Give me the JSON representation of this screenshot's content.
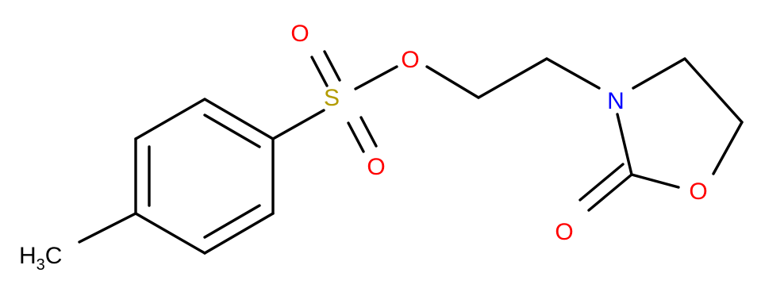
{
  "molecule": {
    "atoms": {
      "methyl": {
        "main": "H",
        "sub": "3",
        "tail": "C",
        "color": "#000000"
      },
      "sulfur": {
        "label": "S",
        "color": "#B39C00"
      },
      "sulfonyl_oxygen_top": {
        "label": "O",
        "color": "#FF0000"
      },
      "sulfonyl_oxygen_bottom": {
        "label": "O",
        "color": "#FF0000"
      },
      "ester_oxygen": {
        "label": "O",
        "color": "#FF0000"
      },
      "nitrogen": {
        "label": "N",
        "color": "#0000FF"
      },
      "ring_oxygen": {
        "label": "O",
        "color": "#FF0000"
      },
      "carbonyl_oxygen": {
        "label": "O",
        "color": "#FF0000"
      }
    },
    "bond_color": "#000000"
  }
}
